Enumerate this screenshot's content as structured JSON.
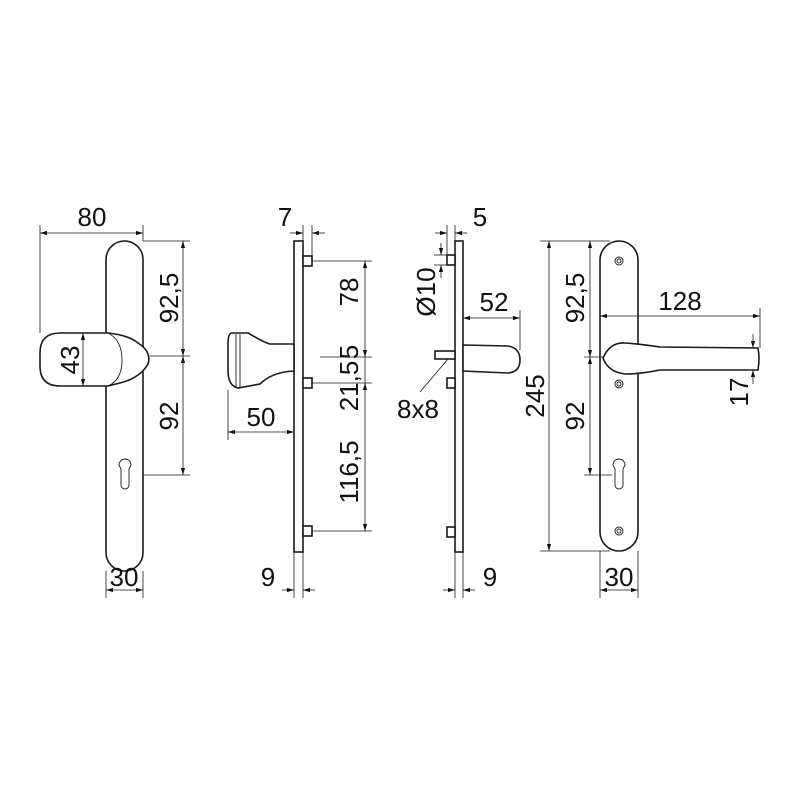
{
  "front_view_knob": {
    "width_total": "80",
    "upper_distance": "92,5",
    "lower_distance": "92",
    "knob_height": "43",
    "plate_width": "30"
  },
  "side_view_knob": {
    "pin_offset": "7",
    "pin_to_center": "78",
    "small_step": "5",
    "center_to_pin": "21,5",
    "lower_distance": "116,5",
    "knob_projection": "50",
    "plate_thickness": "9"
  },
  "side_view_lever": {
    "pin_offset": "5",
    "pin_diameter": "Ø10",
    "lever_projection": "52",
    "spindle": "8x8",
    "plate_thickness": "9"
  },
  "front_view_lever": {
    "total_height": "245",
    "upper_distance": "92,5",
    "lower_distance": "92",
    "lever_length": "128",
    "lever_end_height": "17",
    "plate_width": "30"
  }
}
